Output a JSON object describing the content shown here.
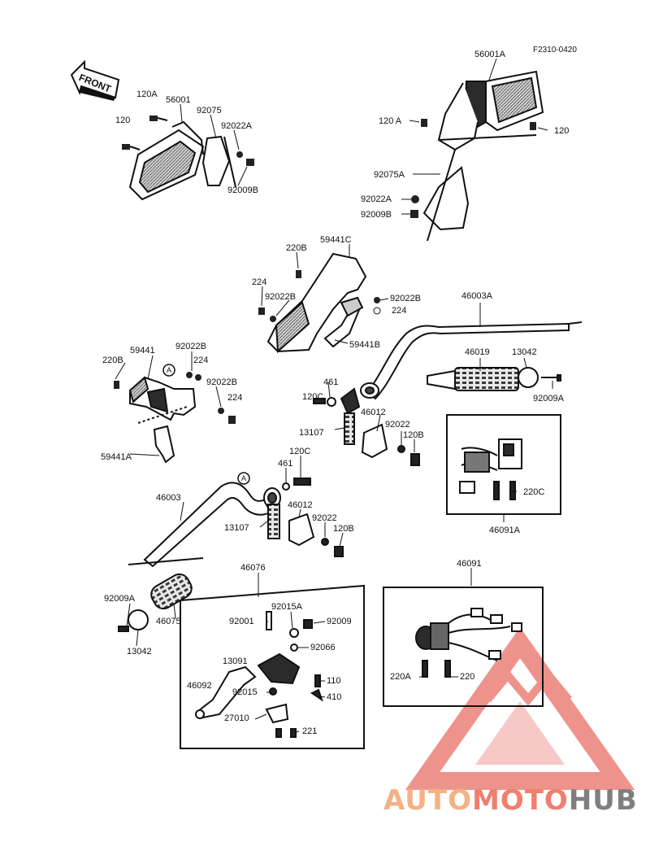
{
  "diagram": {
    "figure_code": "F2310-0420",
    "front_label": "FRONT",
    "part_labels": {
      "p56001A": "56001A",
      "p120A_r": "120 A",
      "p120_r": "120",
      "p92075A": "92075A",
      "p92022A_r": "92022A",
      "p92009B_r": "92009B",
      "p120A_l": "120A",
      "p56001": "56001",
      "p92075": "92075",
      "p120_l": "120",
      "p92022A_l": "92022A",
      "p92009B_l": "92009B",
      "p220B_a": "220B",
      "p59441C": "59441C",
      "p224_a": "224",
      "p92022B_a": "92022B",
      "p92022B_b": "92022B",
      "p224_b": "224",
      "p59441B": "59441B",
      "p46003A": "46003A",
      "p59441": "59441",
      "p92022B_c": "92022B",
      "p220B_b": "220B",
      "p224_c": "224",
      "p92022B_d": "92022B",
      "p224_d": "224",
      "p59441A": "59441A",
      "p46019": "46019",
      "p13042_a": "13042",
      "p92009A_a": "92009A",
      "p461_a": "461",
      "p120C_a": "120C",
      "p13107_a": "13107",
      "p46012_a": "46012",
      "p92022_a": "92022",
      "p120B_a": "120B",
      "p220C": "220C",
      "p46091A": "46091A",
      "p120C_b": "120C",
      "p461_b": "461",
      "p46003": "46003",
      "p13107_b": "13107",
      "p46012_b": "46012",
      "p92022_b": "92022",
      "p120B_b": "120B",
      "p46076": "46076",
      "p46091": "46091",
      "p92009A_b": "92009A",
      "p46075": "46075",
      "p13042_b": "13042",
      "p92001": "92001",
      "p92015A": "92015A",
      "p92009": "92009",
      "p92066": "92066",
      "p13091": "13091",
      "p110": "110",
      "p46092": "46092",
      "p92015": "92015",
      "p410": "410",
      "p27010": "27010",
      "p221": "221",
      "p220A": "220A",
      "p220": "220",
      "circle_A1": "A",
      "circle_A2": "A"
    }
  },
  "watermark": {
    "part1": "AUTO",
    "part2": "MOTO",
    "part3": "HUB"
  },
  "colors": {
    "line": "#1a1a1a",
    "fill_dark": "#2b2b2b",
    "fill_mid": "#b8b8b8",
    "logo_red": "#e03b2f",
    "logo_orange": "#f4b183"
  }
}
